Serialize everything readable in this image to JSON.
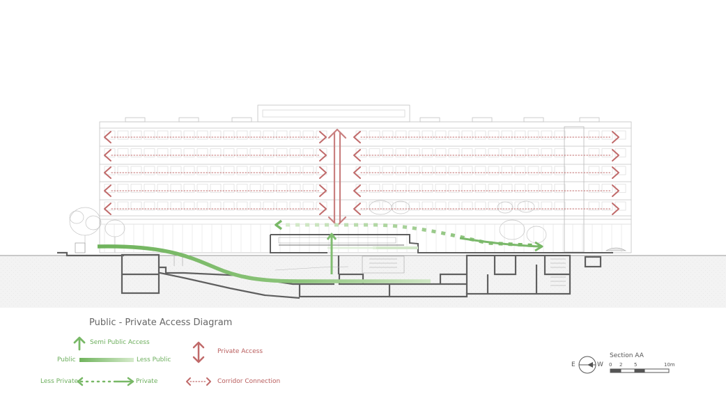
{
  "diagram": {
    "title": "Public - Private Access Diagram",
    "colors": {
      "public_green": "#78b866",
      "private_red": "#c06a6a",
      "building_line": "#b5b5b5",
      "section_wall": "#5c5c5c",
      "ground_fill": "#f2f2f2"
    },
    "floors_with_corridors": 5
  },
  "legend": {
    "semi_public": "Semi Public Access",
    "public": "Public",
    "less_public": "Less Public",
    "private_access": "Private Access",
    "less_private": "Less Private",
    "private": "Private",
    "corridor": "Corridor Connection"
  },
  "section": {
    "label": "Section AA",
    "compass_east": "E",
    "compass_west": "W",
    "scale_ticks": [
      "0",
      "2",
      "5",
      "10m"
    ]
  }
}
